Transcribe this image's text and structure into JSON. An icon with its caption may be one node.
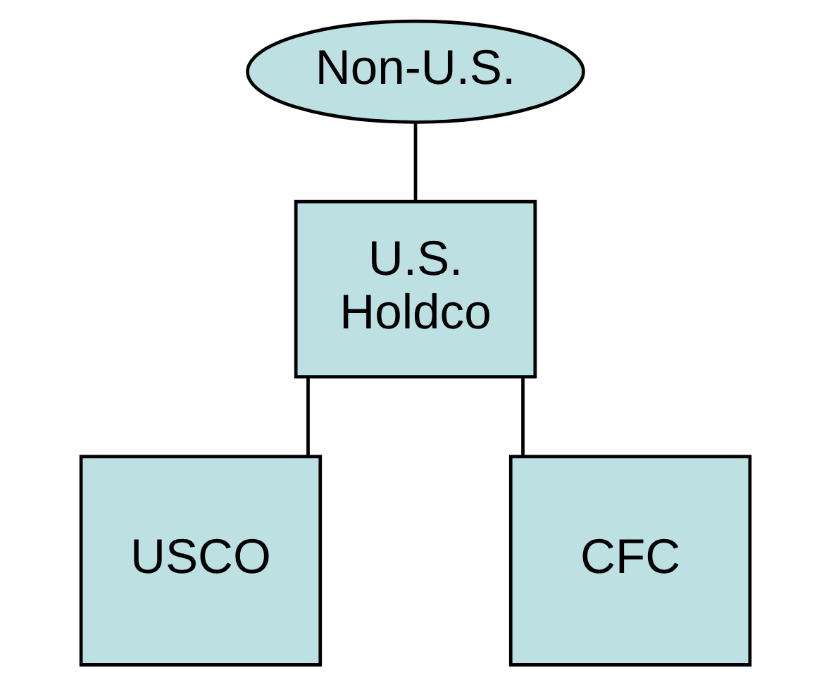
{
  "diagram": {
    "nodes": [
      {
        "text": [
          "Non-U.S."
        ]
      },
      {
        "text": [
          "U.S. Holdco"
        ]
      },
      {
        "text": [
          "USCO"
        ]
      },
      {
        "text": [
          "CFC"
        ]
      }
    ],
    "edges": [
      {
        "from": 0,
        "to": 1,
        "arrow": "none"
      },
      {
        "from": 1,
        "to": 2,
        "arrow": "none"
      },
      {
        "from": 1,
        "to": 3,
        "arrow": "none"
      }
    ]
  }
}
